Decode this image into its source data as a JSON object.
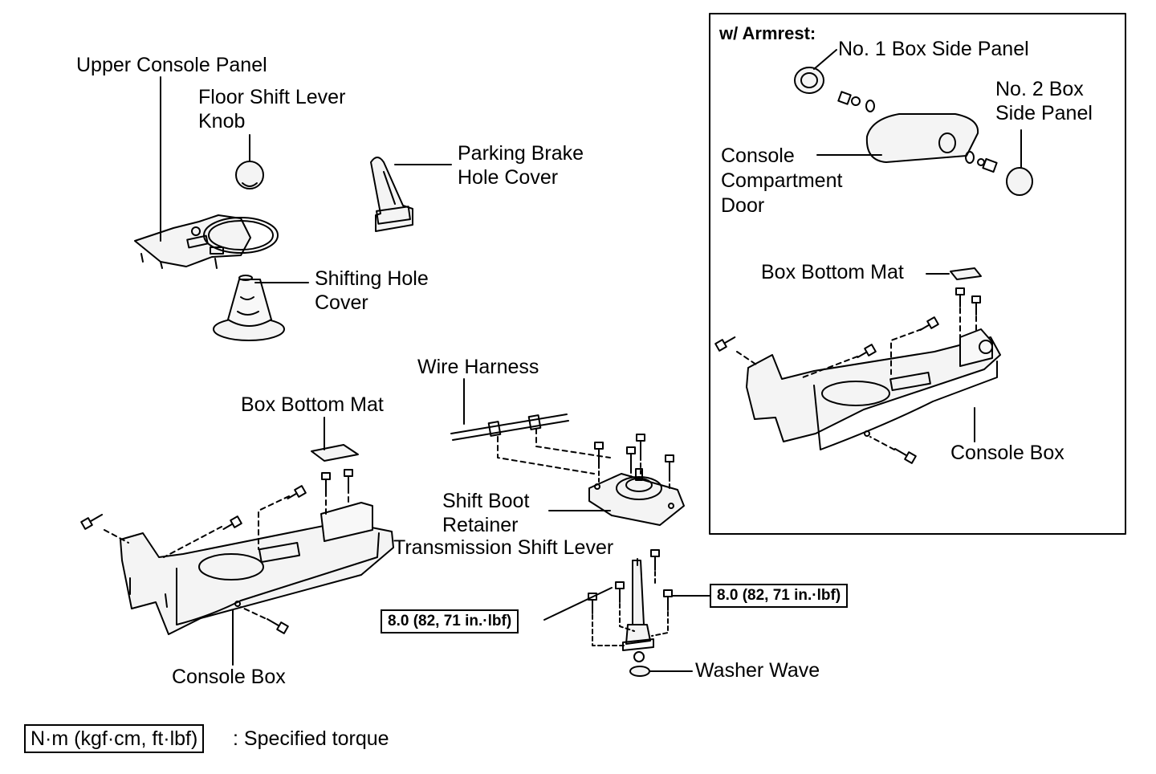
{
  "inset": {
    "heading": "w/ Armrest:",
    "no1_side_panel": "No. 1 Box Side Panel",
    "no2_side_panel_line1": "No. 2 Box",
    "no2_side_panel_line2": "Side Panel",
    "compartment_door_line1": "Console",
    "compartment_door_line2": "Compartment",
    "compartment_door_line3": "Door",
    "box_bottom_mat": "Box Bottom Mat",
    "console_box": "Console Box"
  },
  "main": {
    "upper_console_panel": "Upper Console Panel",
    "knob_line1": "Floor Shift Lever",
    "knob_line2": "Knob",
    "parking_brake_line1": "Parking Brake",
    "parking_brake_line2": "Hole Cover",
    "shifting_hole_line1": "Shifting Hole",
    "shifting_hole_line2": "Cover",
    "wire_harness": "Wire Harness",
    "box_bottom_mat": "Box Bottom Mat",
    "shift_boot_line1": "Shift Boot",
    "shift_boot_line2": "Retainer",
    "transmission_shift_lever": "Transmission Shift Lever",
    "torque_right": "8.0 (82, 71 in.·lbf)",
    "torque_left": "8.0 (82, 71 in.·lbf)",
    "console_box": "Console Box",
    "washer_wave": "Washer Wave"
  },
  "legend": {
    "unit": "N·m (kgf·cm, ft·lbf)",
    "description": ": Specified torque"
  }
}
